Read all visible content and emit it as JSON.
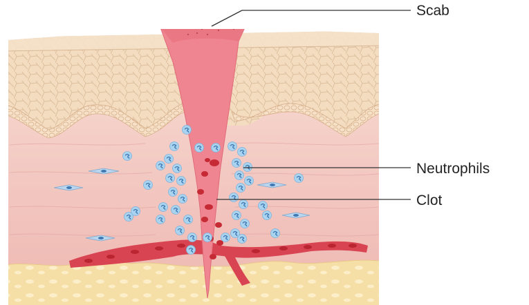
{
  "labels": {
    "scab": "Scab",
    "neutrophils": "Neutrophils",
    "clot": "Clot"
  },
  "colors": {
    "epidermis": "#f3dcc0",
    "epidermis_cell_line": "#d9b996",
    "dermis": "#f2c9c2",
    "dermis_deep": "#eeb8b2",
    "wound": "#ee8590",
    "wound_edge": "#e06a78",
    "fat": "#f6dfa6",
    "vessel": "#d94452",
    "rbc": "#c62a35",
    "neutrophil": "#a9d3ee",
    "neutrophil_nucleus": "#3f78b3",
    "leader_line": "#333333"
  },
  "icons": {
    "neutrophil": "neutrophil-cell-icon",
    "fibroblast": "fibroblast-cell-icon",
    "red_blood_cell": "red-blood-cell-icon"
  }
}
